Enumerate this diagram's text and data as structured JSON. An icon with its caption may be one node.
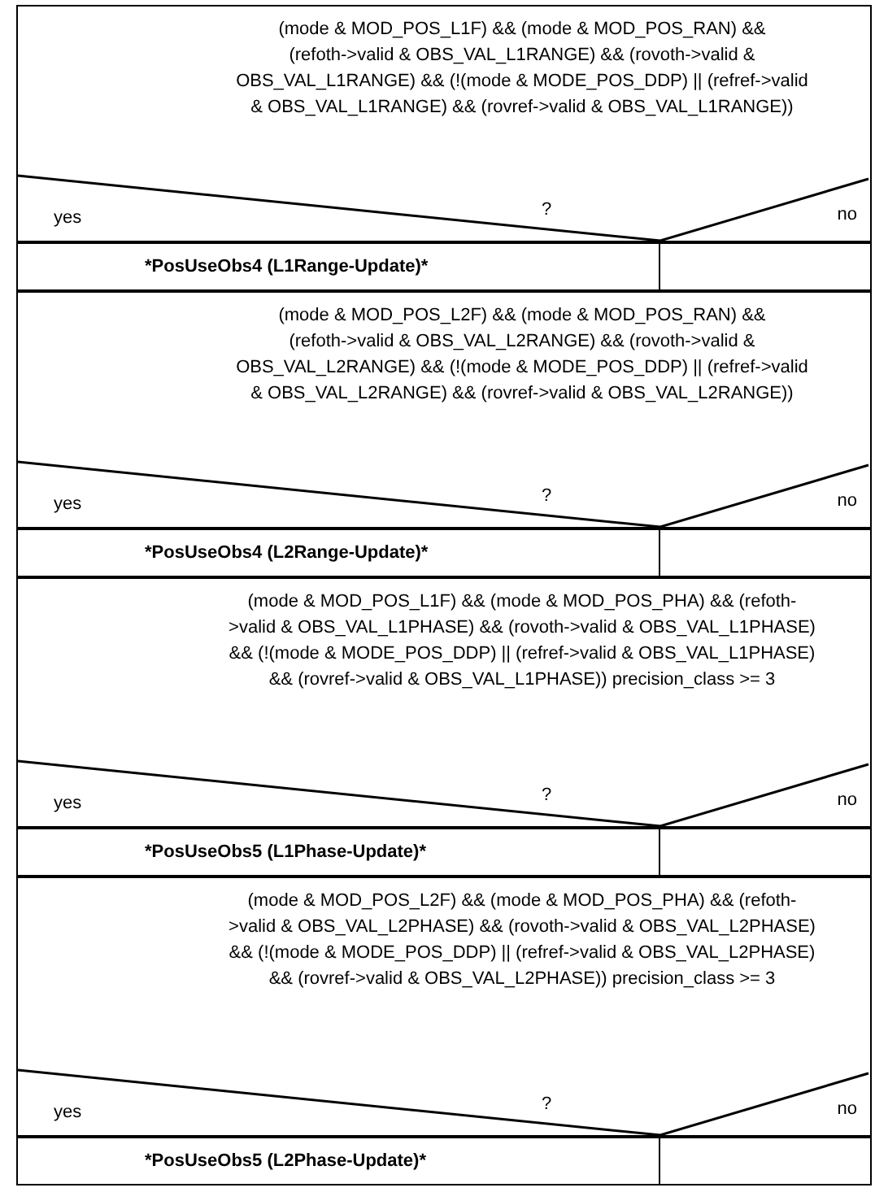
{
  "diagram": {
    "nodes": [
      {
        "text": [
          "(mode & MOD_POS_L1F) && (mode & MOD_POS_RAN) && (refoth->valid & OBS_VAL_L1RANGE) && (rovoth->valid & OBS_VAL_L1RANGE) && (!(mode & MODE_POS_DDP) || (refref->valid & OBS_VAL_L1RANGE) && (rovref->valid & OBS_VAL_L1RANGE))",
          "?",
          "yes",
          "no"
        ]
      },
      {
        "text": [
          "*PosUseObs4 (L1Range-Update)*"
        ]
      },
      {
        "text": [],
        "shape": "box"
      },
      {
        "text": [
          "(mode & MOD_POS_L2F) && (mode & MOD_POS_RAN) && (refoth->valid & OBS_VAL_L2RANGE) && (rovoth->valid & OBS_VAL_L2RANGE) && (!(mode & MODE_POS_DDP) || (refref->valid & OBS_VAL_L2RANGE) && (rovref->valid & OBS_VAL_L2RANGE))",
          "?",
          "yes",
          "no"
        ]
      },
      {
        "text": [
          "*PosUseObs4 (L2Range-Update)*"
        ]
      },
      {
        "text": [],
        "shape": "box"
      },
      {
        "text": [
          "(mode & MOD_POS_L1F) && (mode & MOD_POS_PHA) && (refoth->valid & OBS_VAL_L1PHASE) && (rovoth->valid & OBS_VAL_L1PHASE) && (!(mode & MODE_POS_DDP) || (refref->valid & OBS_VAL_L1PHASE) && (rovref->valid & OBS_VAL_L1PHASE)) precision_class >= 3",
          "?",
          "yes",
          "no"
        ]
      },
      {
        "text": [
          "*PosUseObs5 (L1Phase-Update)*"
        ]
      },
      {
        "text": [],
        "shape": "box"
      },
      {
        "text": [
          "(mode & MOD_POS_L2F) && (mode & MOD_POS_PHA) && (refoth->valid & OBS_VAL_L2PHASE) && (rovoth->valid & OBS_VAL_L2PHASE) && (!(mode & MODE_POS_DDP) || (refref->valid & OBS_VAL_L2PHASE) && (rovref->valid & OBS_VAL_L2PHASE)) precision_class >= 3",
          "?",
          "yes",
          "no"
        ]
      },
      {
        "text": [
          "*PosUseObs5 (L2Phase-Update)*"
        ]
      },
      {
        "text": [],
        "shape": "box"
      }
    ]
  }
}
